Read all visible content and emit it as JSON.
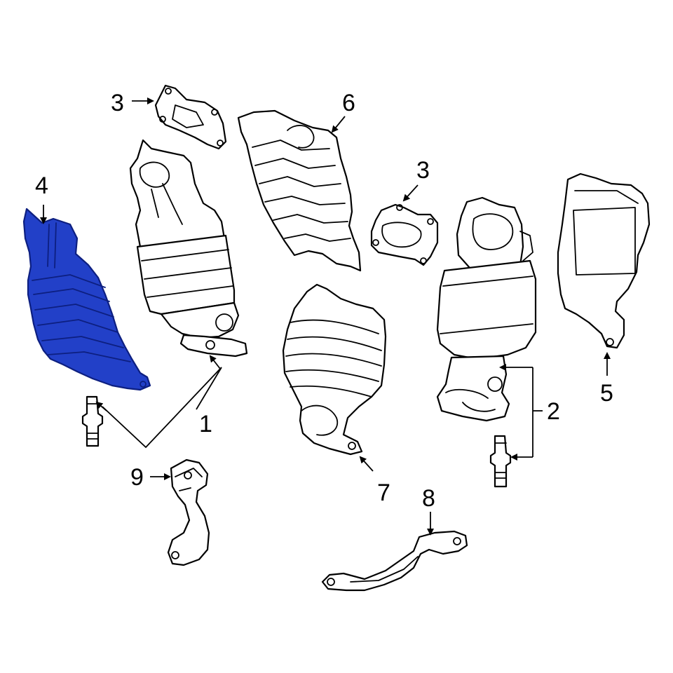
{
  "colors": {
    "highlight": "#2240c8",
    "highlight_detail": "#0d1f80",
    "line": "#000000",
    "background": "#ffffff"
  },
  "callouts": {
    "c1": "1",
    "c2": "2",
    "c3a": "3",
    "c3b": "3",
    "c4": "4",
    "c5": "5",
    "c6": "6",
    "c7": "7",
    "c8": "8",
    "c9": "9"
  }
}
